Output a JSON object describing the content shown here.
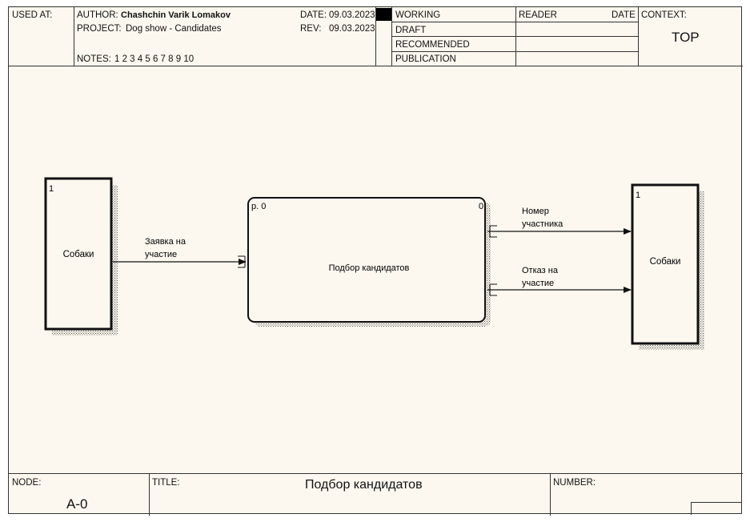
{
  "header": {
    "used_at_label": "USED AT:",
    "author_label": "AUTHOR:",
    "author": "Chashchin Varik Lomakov",
    "project_label": "PROJECT:",
    "project": "Dog show - Candidates",
    "notes_label": "NOTES:",
    "notes": "1 2 3 4 5 6 7 8 9 10",
    "date_label": "DATE:",
    "date": "09.03.2023",
    "rev_label": "REV:",
    "rev": "09.03.2023",
    "statuses": [
      "WORKING",
      "DRAFT",
      "RECOMMENDED",
      "PUBLICATION"
    ],
    "reader_label": "READER",
    "reader_date_label": "DATE",
    "context_label": "CONTEXT:",
    "context_value": "TOP"
  },
  "diagram": {
    "left_entity": {
      "number": "1",
      "label": "Собаки"
    },
    "right_entity": {
      "number": "1",
      "label": "Собаки"
    },
    "process": {
      "id": "р. 0",
      "cost": "0",
      "label": "Подбор кандидатов"
    },
    "arrow_in": {
      "line1": "Заявка на",
      "line2": "участие"
    },
    "arrow_out_1": {
      "line1": "Номер",
      "line2": "участника"
    },
    "arrow_out_2": {
      "line1": "Отказ на",
      "line2": "участие"
    }
  },
  "footer": {
    "node_label": "NODE:",
    "node_value": "A-0",
    "title_label": "TITLE:",
    "title_value": "Подбор кандидатов",
    "number_label": "NUMBER:"
  },
  "colors": {
    "paper": "#fcf8ef",
    "line": "#111111"
  }
}
